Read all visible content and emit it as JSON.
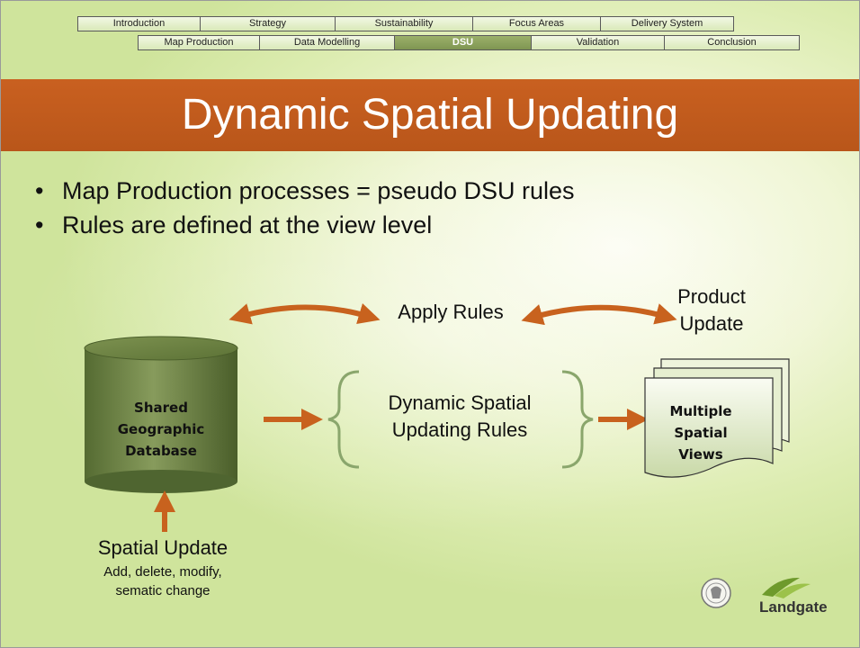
{
  "nav": {
    "row1": [
      {
        "label": "Introduction",
        "active": false
      },
      {
        "label": "Strategy",
        "active": false
      },
      {
        "label": "Sustainability",
        "active": false
      },
      {
        "label": "Focus Areas",
        "active": false
      },
      {
        "label": "Delivery System",
        "active": false
      }
    ],
    "row2": [
      {
        "label": "Map Production",
        "active": false
      },
      {
        "label": "Data Modelling",
        "active": false
      },
      {
        "label": "DSU",
        "active": true
      },
      {
        "label": "Validation",
        "active": false
      },
      {
        "label": "Conclusion",
        "active": false
      }
    ]
  },
  "slide": {
    "title": "Dynamic Spatial Updating",
    "bullets": [
      "Map Production processes = pseudo DSU rules",
      "Rules are defined at the view level"
    ]
  },
  "diagram": {
    "apply_rules": "Apply Rules",
    "product_update": [
      "Product",
      "Update"
    ],
    "database": [
      "Shared",
      "Geographic",
      "Database"
    ],
    "rules": [
      "Dynamic Spatial",
      "Updating Rules"
    ],
    "views": [
      "Multiple",
      "Spatial",
      "Views"
    ],
    "spatial_update_title": "Spatial Update",
    "spatial_update_desc": [
      "Add, delete, modify,",
      "sematic change"
    ]
  },
  "footer": {
    "logo_text": "Landgate"
  },
  "colors": {
    "banner": "#c05a1c",
    "arrow": "#c8621e",
    "cylinder": "#6f8547",
    "brace": "#8aa66c",
    "active_tab": "#8aa15c"
  }
}
